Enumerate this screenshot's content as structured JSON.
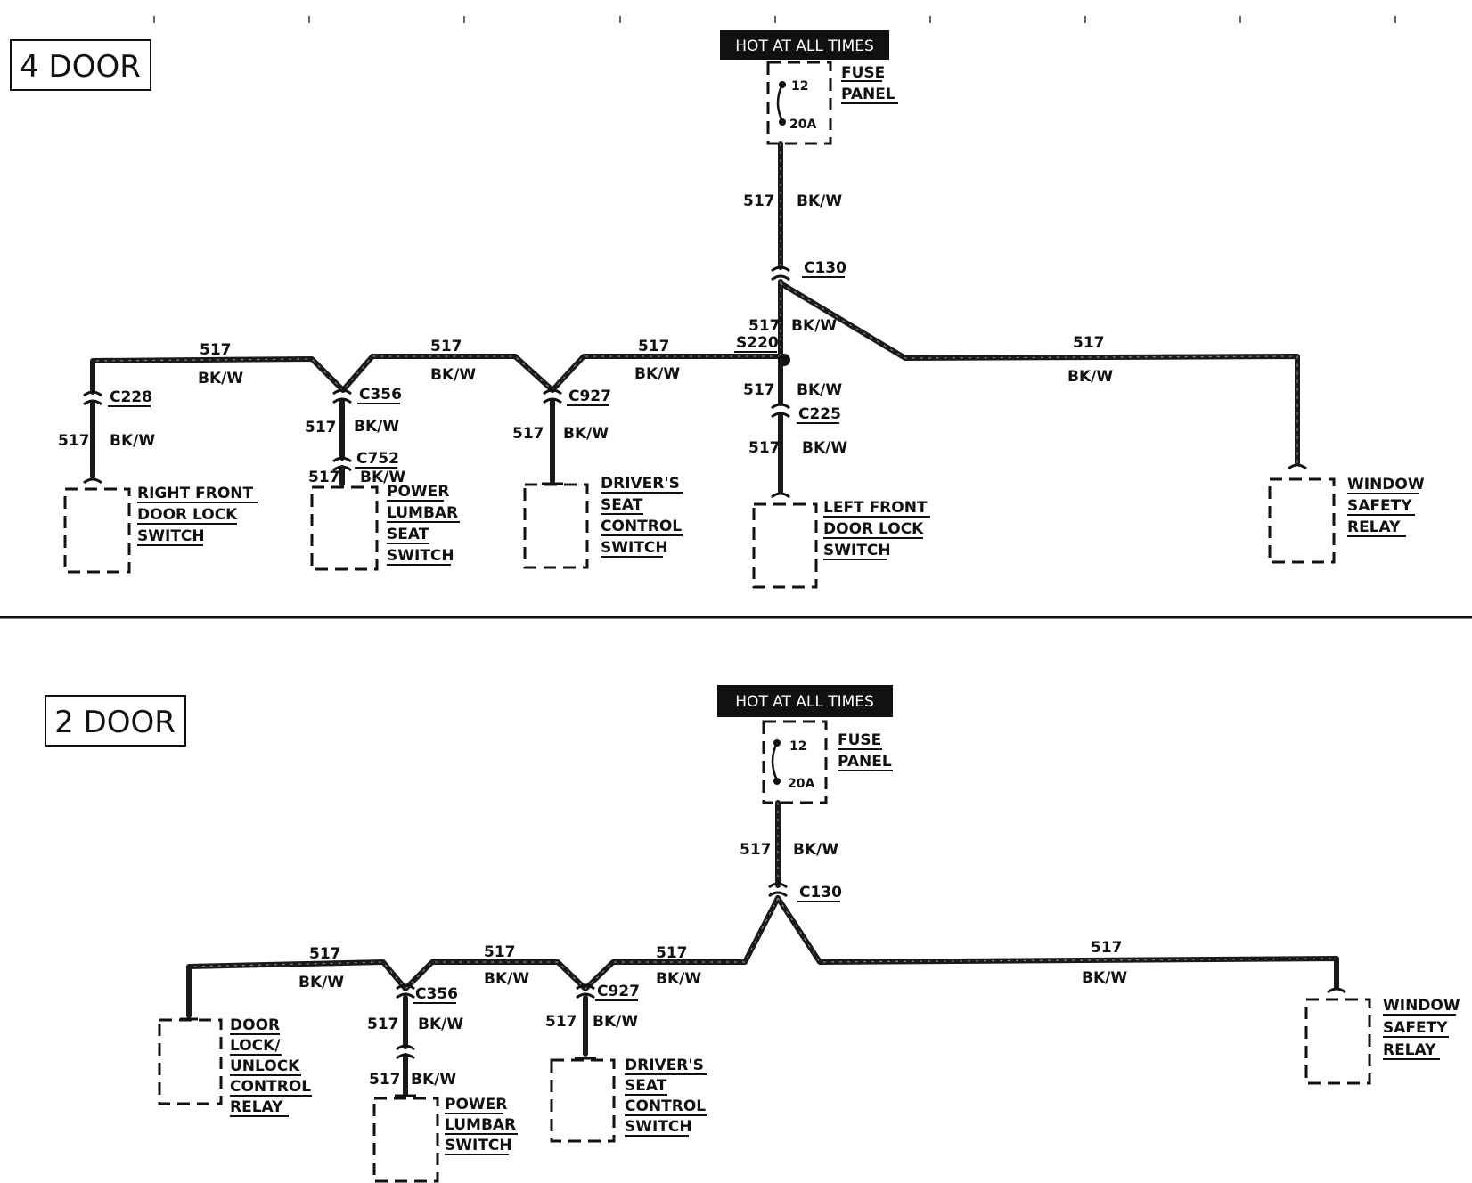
{
  "hot_at_all_times": "HOT AT ALL TIMES",
  "fuse": {
    "label_line1": "FUSE",
    "label_line2": "PANEL",
    "number": "12",
    "rating": "20A"
  },
  "circuit": {
    "number": "517",
    "color": "BK/W"
  },
  "four_door": {
    "title": "4 DOOR",
    "connectors": {
      "c130": "C130",
      "s220": "S220",
      "c225": "C225",
      "c228": "C228",
      "c356": "C356",
      "c752": "C752",
      "c927": "C927"
    },
    "components": {
      "right_front_door_lock_switch": [
        "RIGHT FRONT",
        "DOOR LOCK",
        "SWITCH"
      ],
      "power_lumbar_seat_switch": [
        "POWER",
        "LUMBAR",
        "SEAT",
        "SWITCH"
      ],
      "drivers_seat_control_switch": [
        "DRIVER'S",
        "SEAT",
        "CONTROL",
        "SWITCH"
      ],
      "left_front_door_lock_switch": [
        "LEFT FRONT",
        "DOOR LOCK",
        "SWITCH"
      ],
      "window_safety_relay": [
        "WINDOW",
        "SAFETY",
        "RELAY"
      ]
    }
  },
  "two_door": {
    "title": "2 DOOR",
    "connectors": {
      "c130": "C130",
      "c356": "C356",
      "c927": "C927"
    },
    "components": {
      "door_lock_unlock_control_relay": [
        "DOOR",
        "LOCK/",
        "UNLOCK",
        "CONTROL",
        "RELAY"
      ],
      "power_lumbar_switch": [
        "POWER",
        "LUMBAR",
        "SWITCH"
      ],
      "drivers_seat_control_switch": [
        "DRIVER'S",
        "SEAT",
        "CONTROL",
        "SWITCH"
      ],
      "window_safety_relay": [
        "WINDOW",
        "SAFETY",
        "RELAY"
      ]
    }
  }
}
